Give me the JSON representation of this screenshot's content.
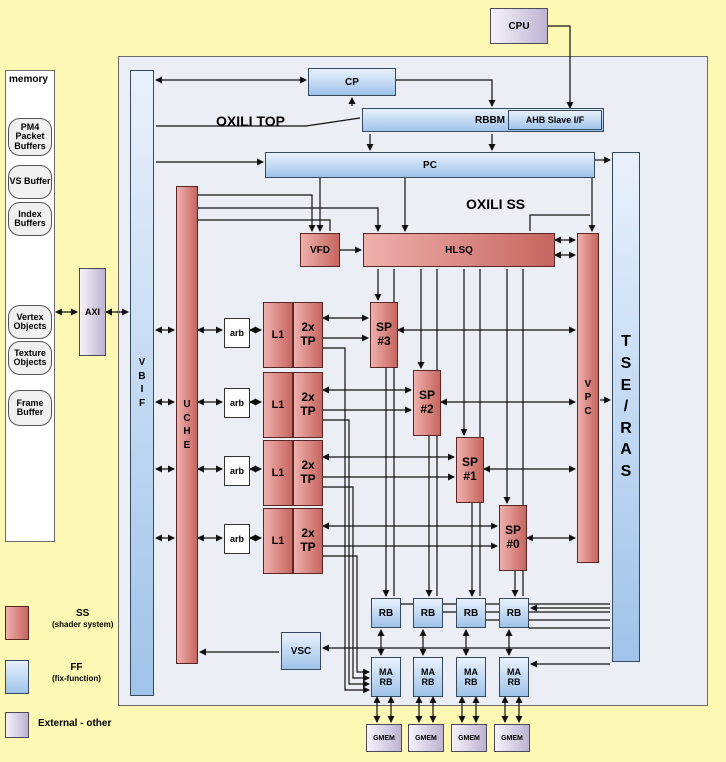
{
  "labels": {
    "cpu": "CPU",
    "cp": "CP",
    "rbbm": "RBBM",
    "ahb": "AHB Slave I/F",
    "pc": "PC",
    "oxili_top": "OXILI TOP",
    "oxili_ss": "OXILI SS",
    "vfd": "VFD",
    "hlsq": "HLSQ",
    "vbif": "VBIF",
    "uche": "UCHE",
    "vpc": "VPC",
    "tse": "TSE/RAS",
    "axi": "AXI",
    "vsc": "VSC",
    "memory": "memory",
    "arb": "arb",
    "l1": "L1",
    "tp_top": "2x",
    "tp_bottom": "TP",
    "sp": "SP",
    "rb": "RB",
    "ma": "MA",
    "gmem": "GMEM"
  },
  "memory_items": [
    "PM4 Packet Buffers",
    "VS Buffer",
    "Index Buffers",
    "Vertex Objects",
    "Texture Objects",
    "Frame Buffer"
  ],
  "sp_ids": [
    "#3",
    "#2",
    "#1",
    "#0"
  ],
  "legend": [
    {
      "title": "SS",
      "subtitle": "(shader system)",
      "kind": "ss"
    },
    {
      "title": "FF",
      "subtitle": "(fix-function)",
      "kind": "ff"
    },
    {
      "title": "External - other",
      "subtitle": "",
      "kind": "ext"
    }
  ],
  "colors": {
    "background": "#fdf8b3",
    "panel": "#ebeef4",
    "ff_fill": "#9fc3ea",
    "ss_fill": "#c7655f",
    "ext_fill": "#bdb3d2",
    "wire": "#111111"
  }
}
